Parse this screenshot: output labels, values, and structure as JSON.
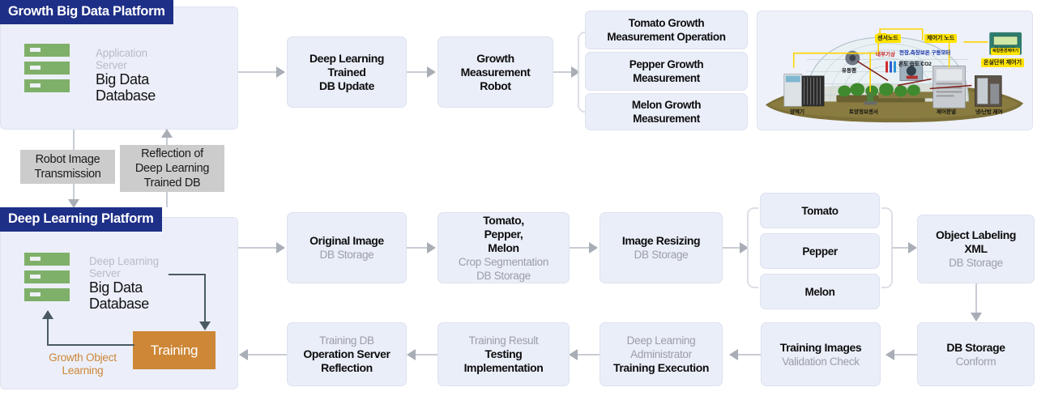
{
  "platforms": [
    {
      "title": "Growth Big Data Platform",
      "server_sub": "Application\nServer",
      "server_main": "Big Data\nDatabase",
      "server_icon": "server-rack-icon"
    },
    {
      "title": "Deep Learning Platform",
      "server_sub": "Deep Learning\nServer",
      "server_main": "Big Data\nDatabase",
      "server_icon": "server-rack-icon",
      "training_box": "Training",
      "training_caption": "Growth Object\nLearning"
    }
  ],
  "notes": [
    {
      "text": "Robot Image\nTransmission"
    },
    {
      "text": "Reflection of\nDeep Learning\nTrained DB"
    }
  ],
  "top_flow": [
    {
      "bold": "Deep Learning\nTrained\nDB Update",
      "sub": ""
    },
    {
      "bold": "Growth\nMeasurement\nRobot",
      "sub": ""
    }
  ],
  "measurement_branch": [
    {
      "bold": "Tomato Growth\nMeasurement Operation"
    },
    {
      "bold": "Pepper Growth\nMeasurement"
    },
    {
      "bold": "Melon Growth\nMeasurement"
    }
  ],
  "middle_flow": [
    {
      "bold": "Original Image",
      "sub": "DB Storage"
    },
    {
      "bold": "Tomato,\nPepper,\nMelon",
      "sub": "Crop Segmentation\nDB Storage"
    },
    {
      "bold": "Image Resizing",
      "sub": "DB Storage"
    }
  ],
  "crop_branch": [
    {
      "bold": "Tomato"
    },
    {
      "bold": "Pepper"
    },
    {
      "bold": "Melon"
    }
  ],
  "labeling_box": {
    "bold": "Object Labeling\nXML",
    "sub": "DB Storage"
  },
  "bottom_flow": [
    {
      "bold": "DB Storage",
      "sub": "Conform",
      "sub_pos": "below"
    },
    {
      "bold": "Training Images",
      "sub": "Validation Check",
      "sub_pos": "below"
    },
    {
      "bold": "Training Execution",
      "sub": "Deep Learning\nAdministrator",
      "sub_pos": "above"
    },
    {
      "bold": "Testing\nImplementation",
      "sub": "Training Result",
      "sub_pos": "above"
    },
    {
      "bold": "Operation Server\nReflection",
      "sub": "Training DB",
      "sub_pos": "above"
    }
  ],
  "greenhouse": {
    "name": "greenhouse-smart-farm-illustration",
    "badges": [
      {
        "text": "센서노드"
      },
      {
        "text": "제어기 노드"
      },
      {
        "text": "온실단위 제어기"
      },
      {
        "text": "복합환경제어기"
      }
    ],
    "labels": [
      {
        "text": "내부기상",
        "color": "red"
      },
      {
        "text": "천장,측창보온\n구동모터",
        "color": "blue"
      },
      {
        "text": "온도\n습도\nCO2",
        "color": "dark"
      },
      {
        "text": "유동팬",
        "color": "dark"
      },
      {
        "text": "양액기",
        "color": "dark"
      },
      {
        "text": "토양정보센서",
        "color": "dark"
      },
      {
        "text": "제어판넬",
        "color": "dark"
      },
      {
        "text": "냉/난방\n제어",
        "color": "dark"
      }
    ]
  },
  "colors": {
    "panel_header": "#1e2f87",
    "panel_bg": "#eceff9",
    "box_bg": "#eaeef9",
    "server_green": "#7fb069",
    "training_orange": "#cd8736",
    "note_gray": "#cccccc",
    "connector_gray": "#c9ccd4",
    "connector_dark": "#4a5a63",
    "badge_yellow": "#ffe400"
  }
}
